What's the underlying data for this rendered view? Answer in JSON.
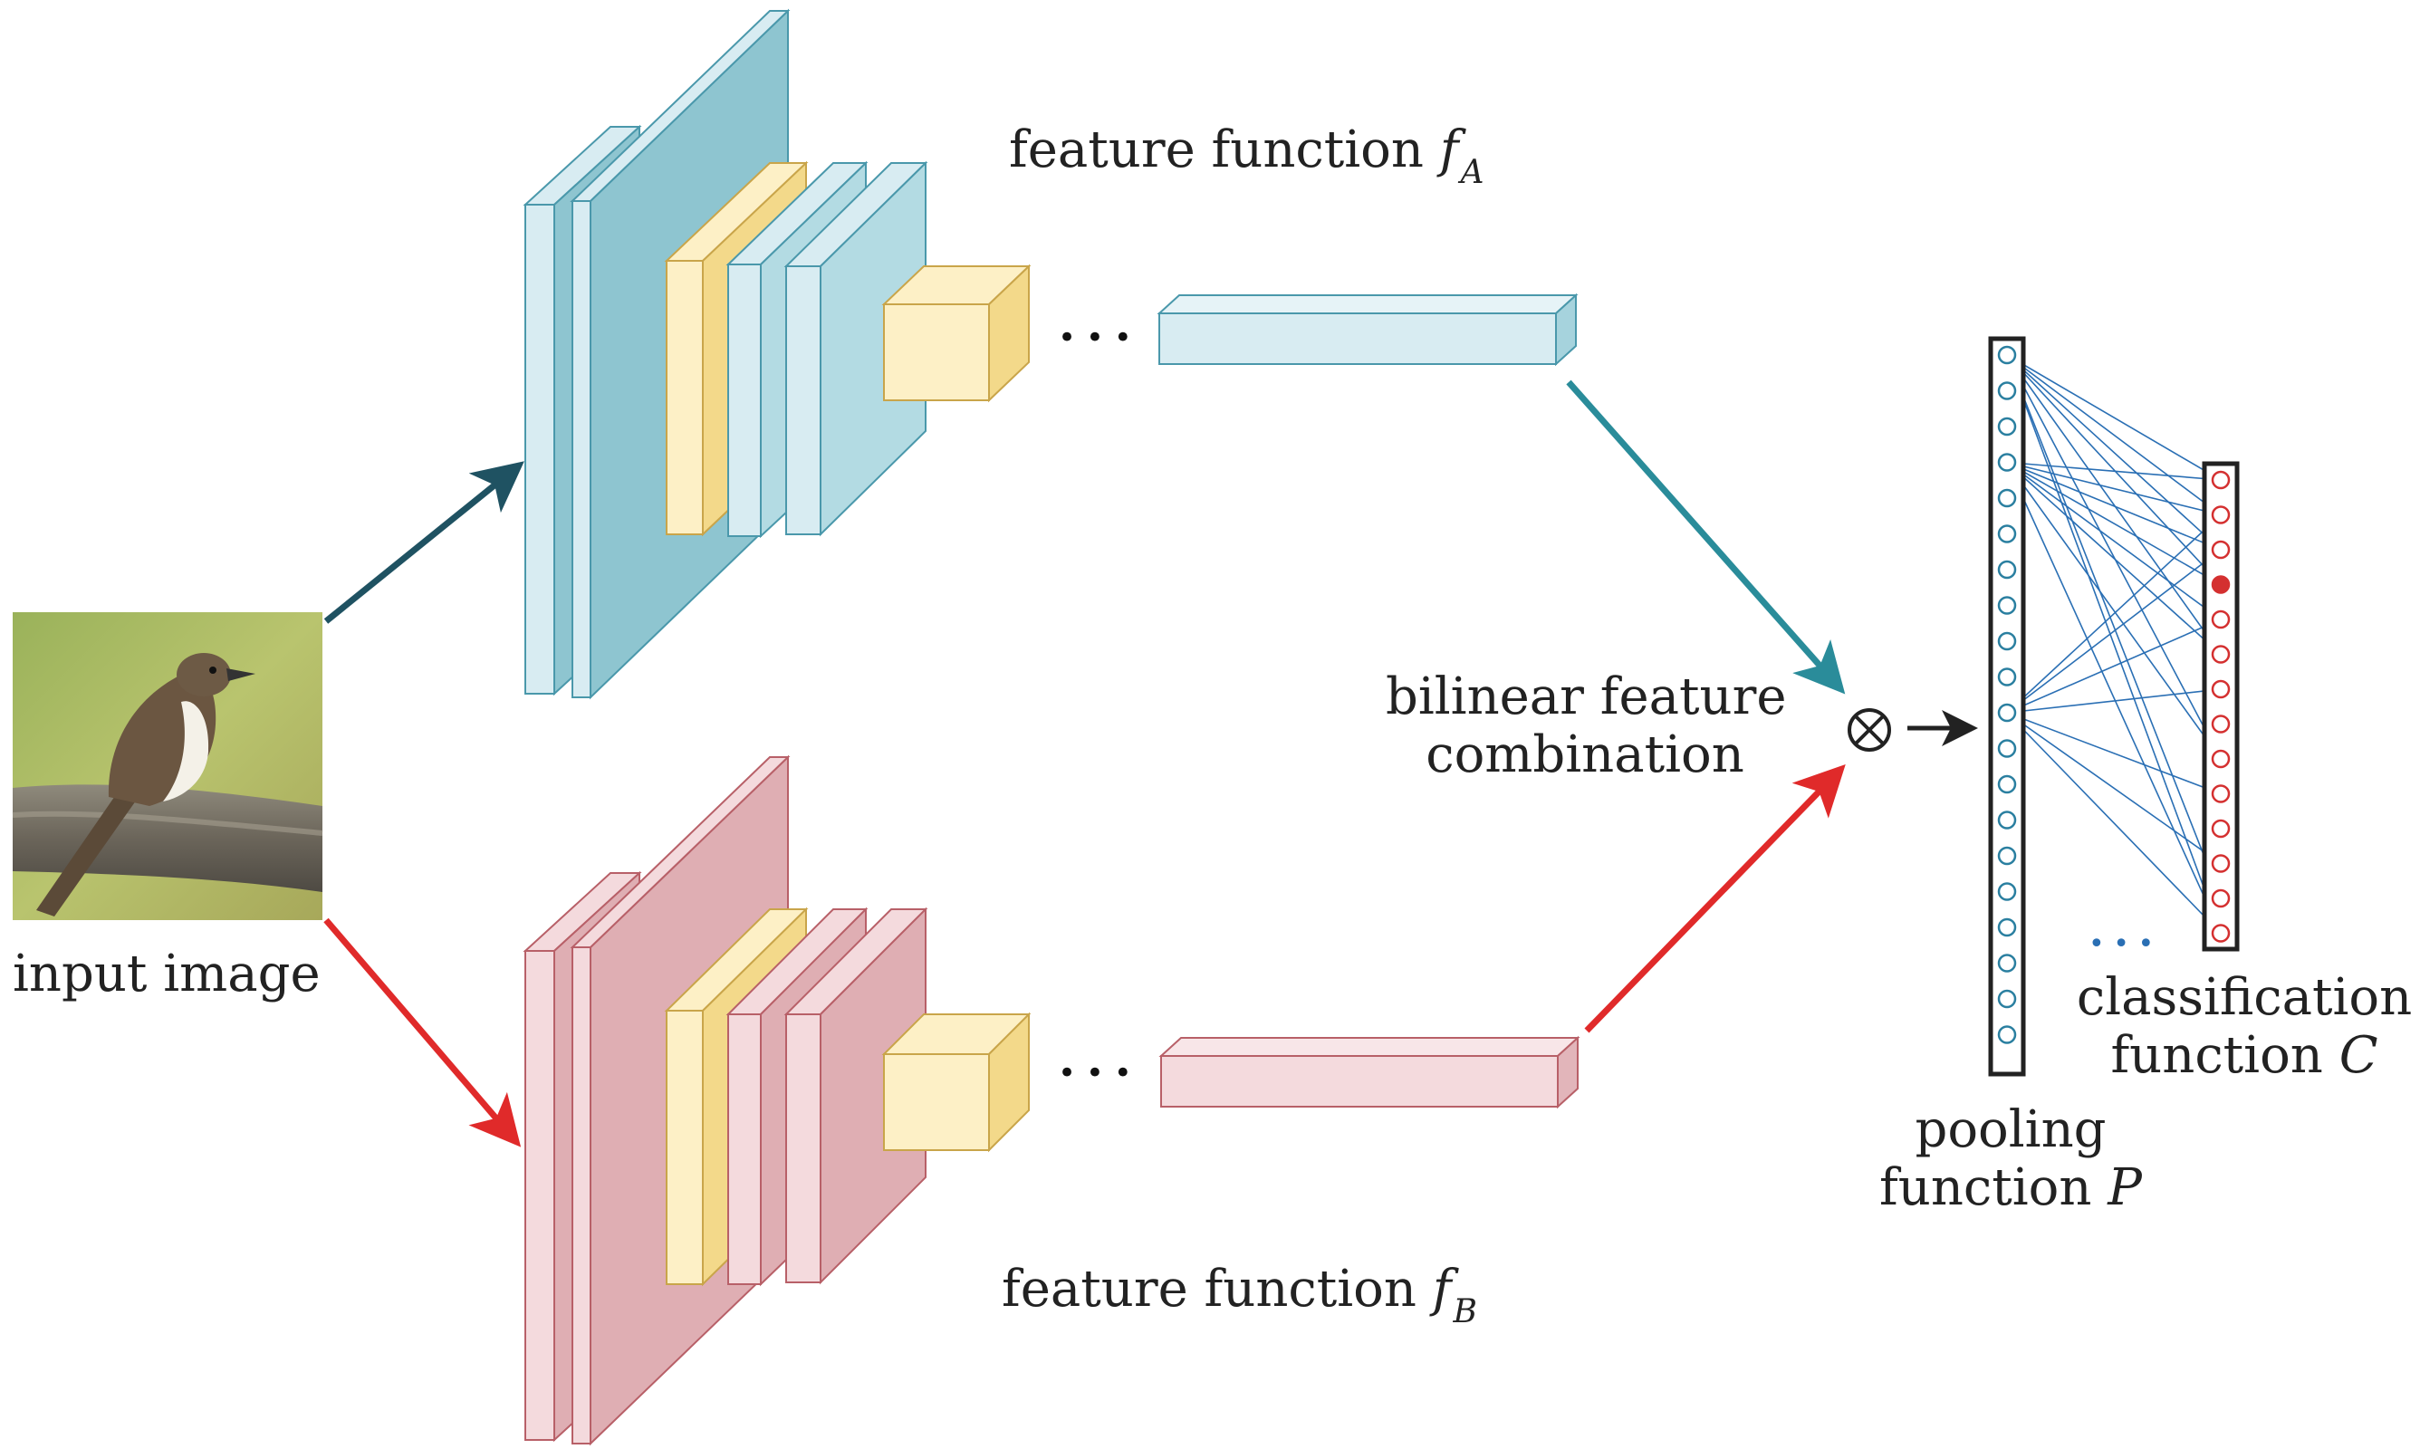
{
  "labels": {
    "input_image": "input image",
    "feature_a": "feature function",
    "feature_a_symbol": "f",
    "feature_a_subscript": "A",
    "feature_b": "feature function",
    "feature_b_symbol": "f",
    "feature_b_subscript": "B",
    "bilinear_line1": "bilinear feature",
    "bilinear_line2": "combination",
    "pooling_line1": "pooling",
    "pooling_line2": "function",
    "pooling_symbol": "P",
    "classification_line1": "classification",
    "classification_line2": "function",
    "classification_symbol": "C",
    "ellipsis_a": "• • •",
    "ellipsis_b": "• • •",
    "ellipsis_c": "• • •",
    "otimes": "⊗"
  },
  "colors": {
    "stream_a_dark": "#8ec5d0",
    "stream_a_light": "#d8ecf2",
    "stream_a_mid": "#b3dbe3",
    "stream_a_edge": "#4a98ab",
    "stream_b_dark": "#dfaeb3",
    "stream_b_light": "#f4dadd",
    "stream_b_edge": "#b86068",
    "yellow_front": "#fdf0c6",
    "yellow_side": "#f3d98a",
    "yellow_edge": "#c9a54a",
    "arrow_teal_dark": "#1f5262",
    "arrow_teal": "#2a8c9a",
    "arrow_red": "#e02a2a",
    "pool_circle": "#2a7fa0",
    "class_circle": "#d43030",
    "line_blue": "#2a6fb4",
    "ellipsis_blue": "#2a6fb4"
  },
  "pooling_nodes": 20,
  "classification_nodes": 14,
  "active_class_node": 4
}
